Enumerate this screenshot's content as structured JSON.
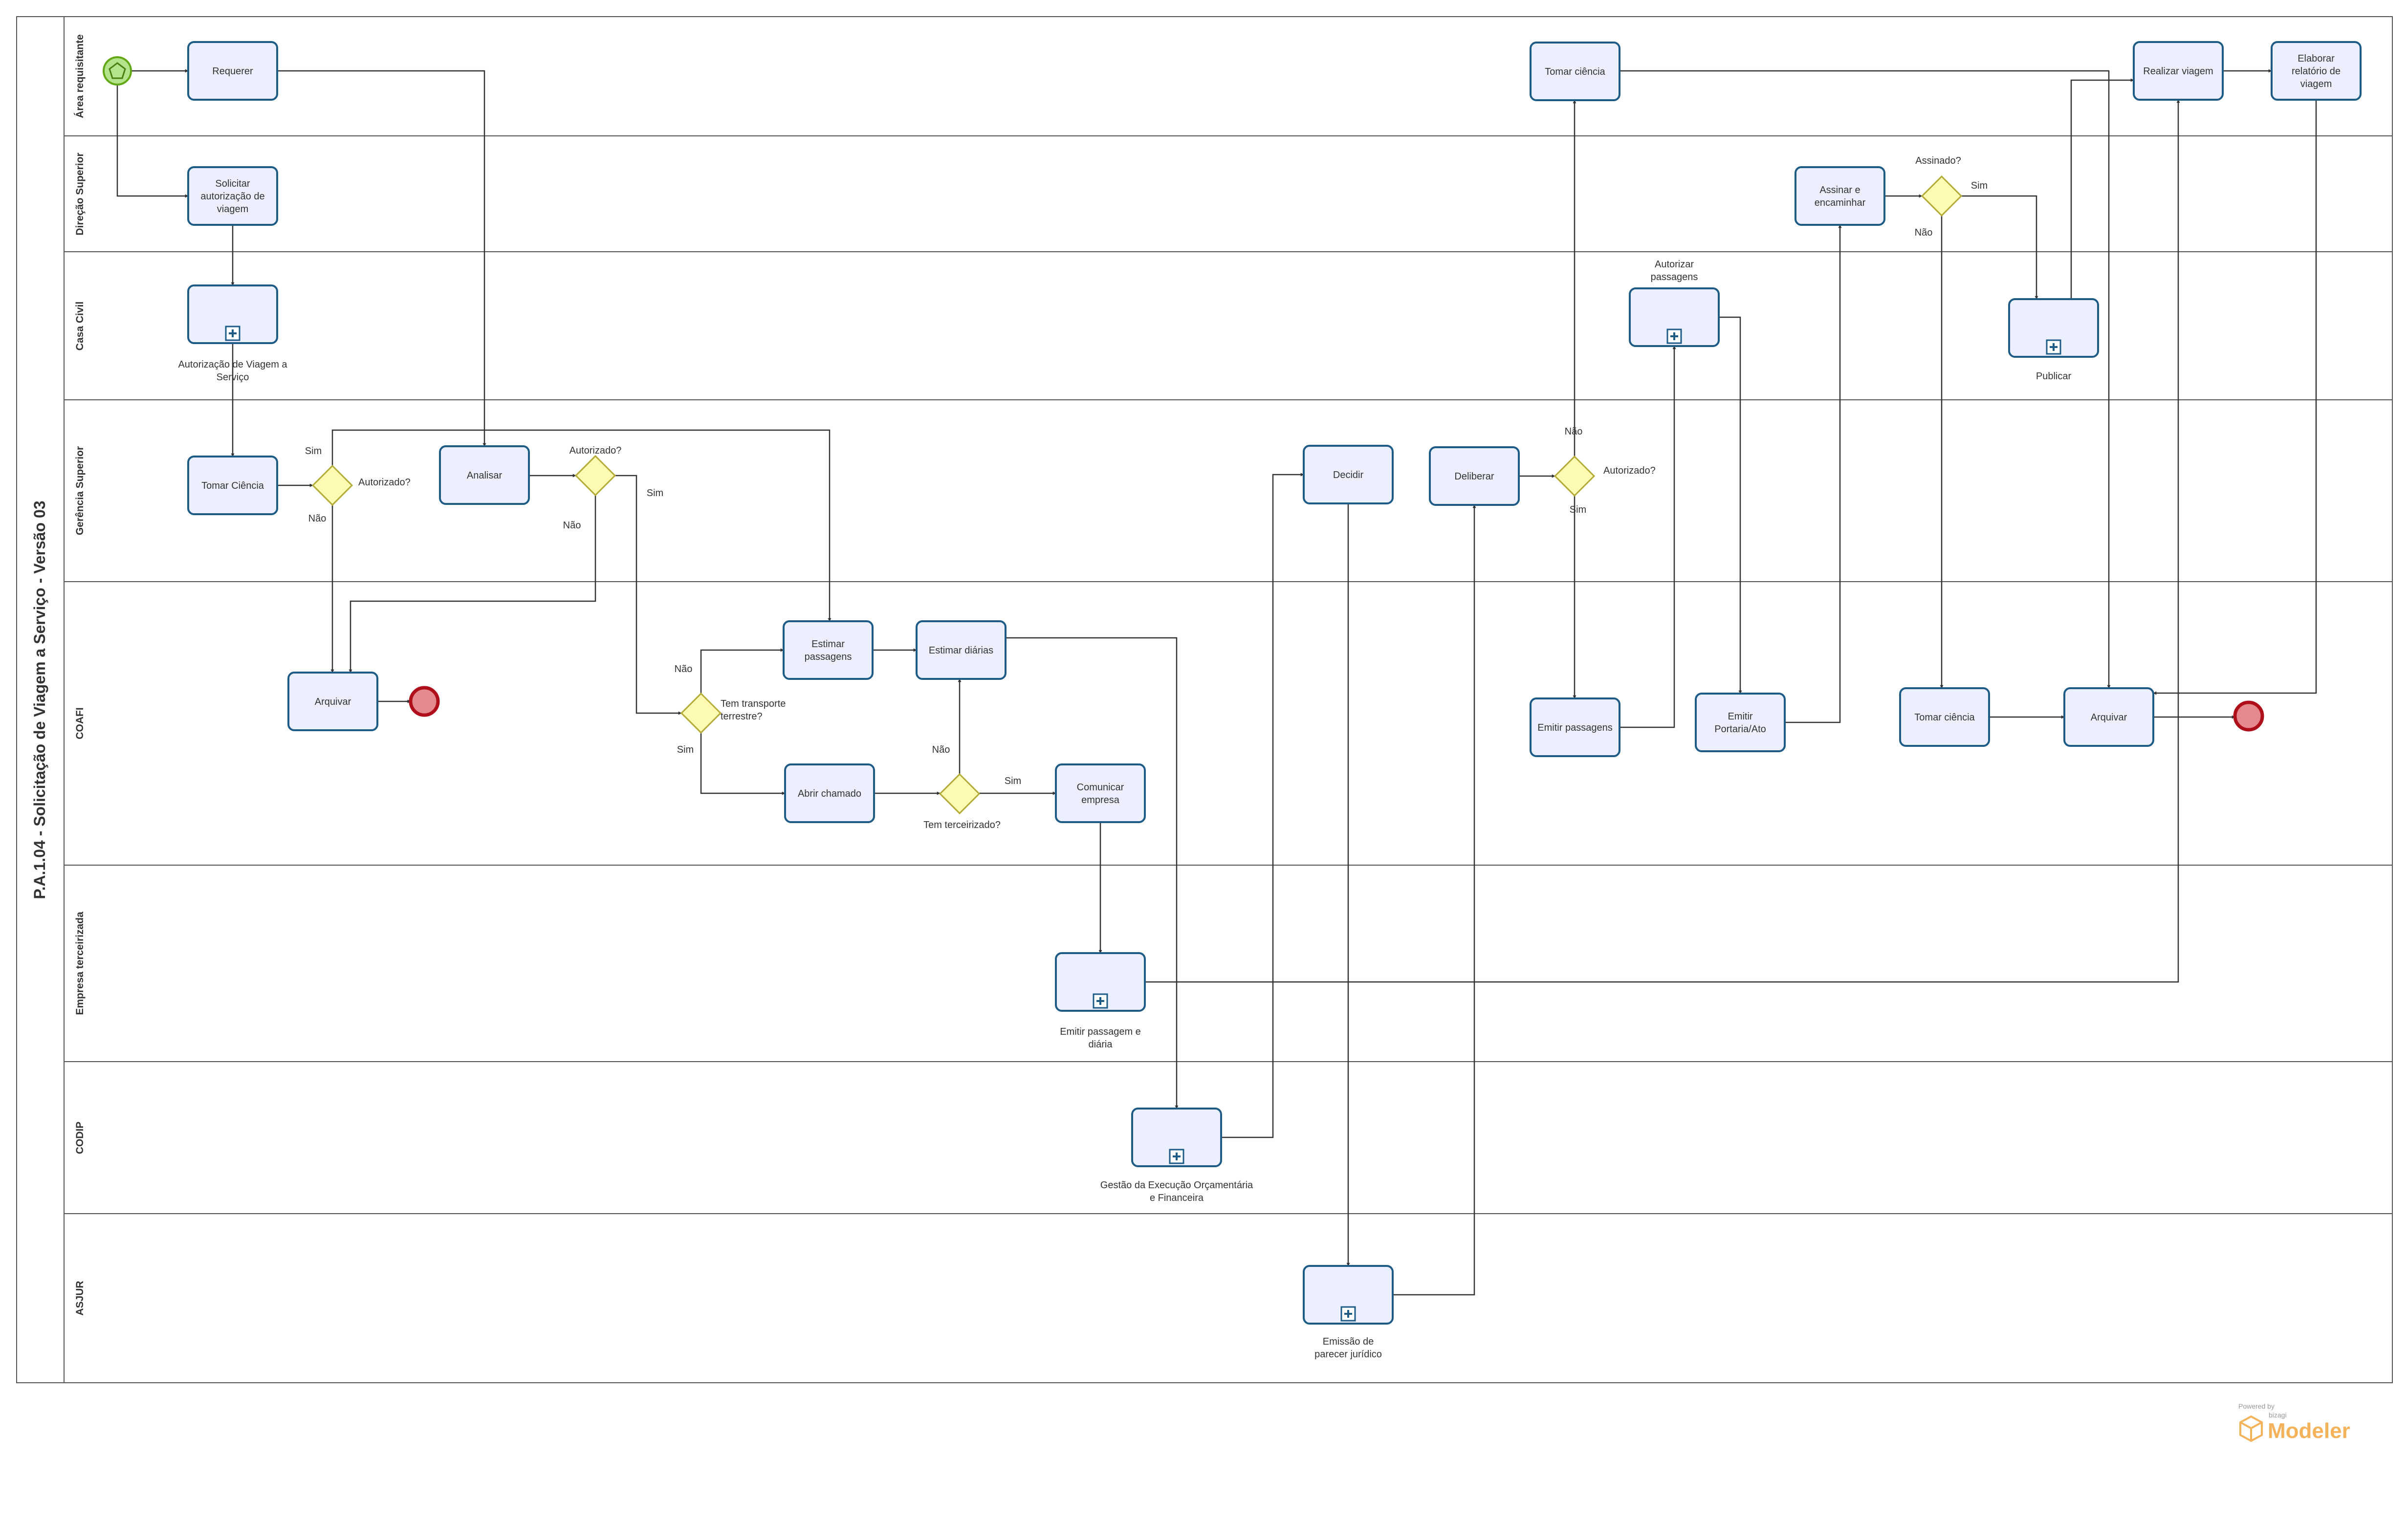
{
  "pool": {
    "title": "P.A.1.04 - Solicitação de Viagem a Serviço - Versão 03"
  },
  "lanes": [
    "Área requisitante",
    "Direção Superior",
    "Casa Civil",
    "Gerência Superior",
    "COAFI",
    "Empresa terceirizada",
    "CODIP",
    "ASJUR"
  ],
  "tasks": {
    "requerer": [
      "Requerer"
    ],
    "solicitar": [
      "Solicitar",
      "autorização de",
      "viagem"
    ],
    "tomar_ciencia_gs": [
      "Tomar Ciência"
    ],
    "analisar": [
      "Analisar"
    ],
    "arquivar_1": [
      "Arquivar"
    ],
    "estimar_passagens": [
      "Estimar",
      "passagens"
    ],
    "estimar_diarias": [
      "Estimar diárias"
    ],
    "abrir_chamado": [
      "Abrir chamado"
    ],
    "comunicar_empresa": [
      "Comunicar",
      "empresa"
    ],
    "decidir": [
      "Decidir"
    ],
    "deliberar": [
      "Deliberar"
    ],
    "tomar_ciencia_ar": [
      "Tomar ciência"
    ],
    "emitir_passagens": [
      "Emitir passagens"
    ],
    "emitir_portaria": [
      "Emitir",
      "Portaria/Ato"
    ],
    "assinar": [
      "Assinar e",
      "encaminhar"
    ],
    "tomar_ciencia_coafi": [
      "Tomar ciência"
    ],
    "arquivar_2": [
      "Arquivar"
    ],
    "realizar_viagem": [
      "Realizar viagem"
    ],
    "elaborar_relatorio": [
      "Elaborar",
      "relatório de",
      "viagem"
    ]
  },
  "subprocesses": {
    "autorizacao": [
      "Autorização de Viagem a",
      "Serviço"
    ],
    "autorizar_passagens": [
      "Autorizar",
      "passagens"
    ],
    "publicar": [
      "Publicar"
    ],
    "emitir_passagem_diaria": [
      "Emitir passagem e",
      "diária"
    ],
    "gestao_execucao": [
      "Gestão da Execução Orçamentária",
      "e Financeira"
    ],
    "parecer": [
      "Emissão de",
      "parecer jurídico"
    ]
  },
  "gateways": {
    "g1": [
      "Autorizado?"
    ],
    "g2": [
      "Autorizado?"
    ],
    "g3": [
      "Tem transporte",
      "terrestre?"
    ],
    "g4": [
      "Tem terceirizado?"
    ],
    "g5": [
      "Autorizado?"
    ],
    "g6": [
      "Assinado?"
    ]
  },
  "flow_labels": {
    "sim_g1": "Sim",
    "nao_g1": "Não",
    "sim_g2": "Sim",
    "nao_g2": "Não",
    "nao_g3": "Não",
    "sim_g3": "Sim",
    "nao_g4": "Não",
    "sim_g4": "Sim",
    "nao_g5": "Não",
    "sim_g5": "Sim",
    "sim_g6": "Sim",
    "nao_g6": "Não"
  },
  "watermark": {
    "top": "Powered by",
    "mid": "bizagi",
    "brand": "Modeler"
  },
  "colors": {
    "task_fill": "#ECEFFD",
    "task_stroke": "#1E5C87",
    "gateway_fill": "#FDFAB4",
    "gateway_stroke": "#B3AB36",
    "start_fill": "#B4E38C",
    "start_stroke": "#62A716",
    "end_fill": "#E48A8F",
    "end_stroke": "#AE0F1B",
    "line": "#333333",
    "brand": "#F4B35A"
  }
}
